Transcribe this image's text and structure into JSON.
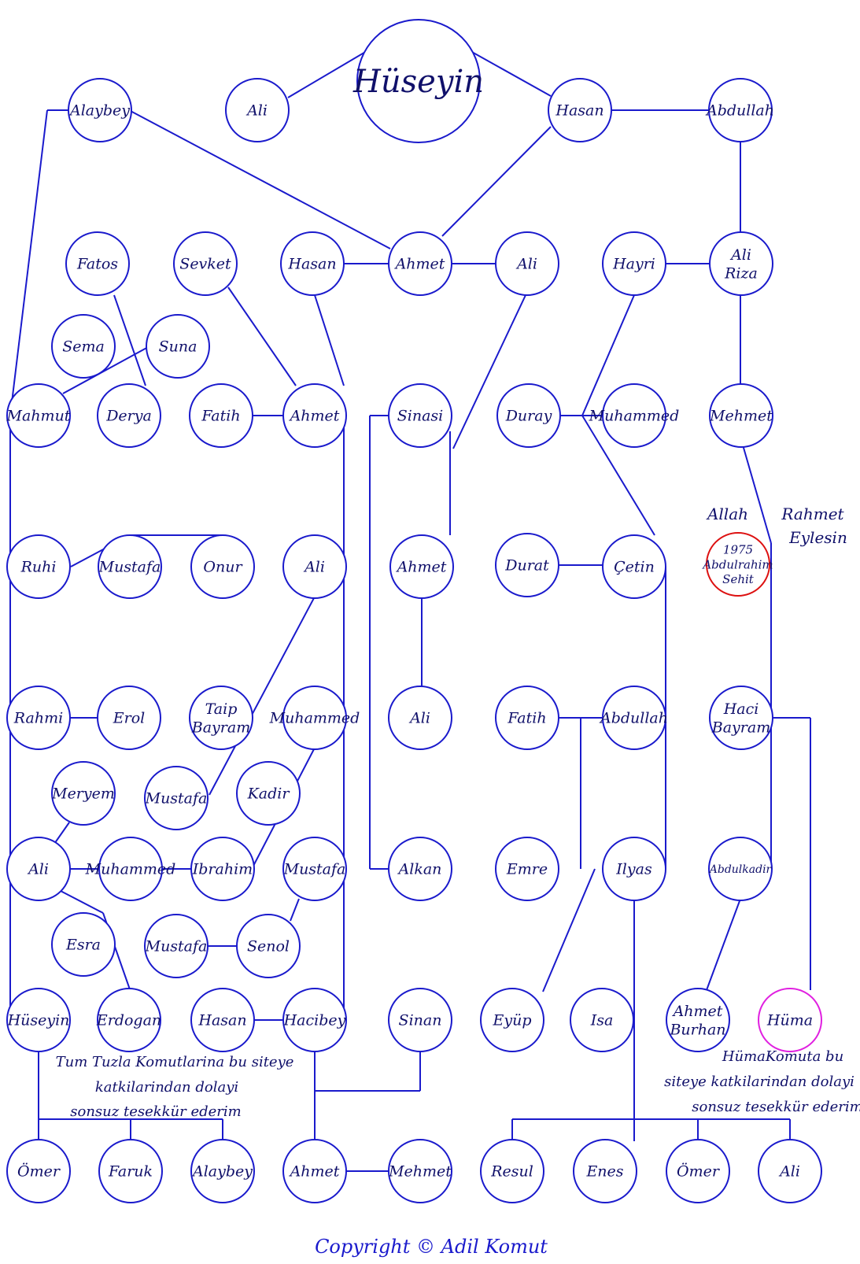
{
  "diagram": {
    "colors": {
      "line": "#1a1acc",
      "text": "#10106a",
      "memorial": "#dd1111",
      "highlight": "#e020e0"
    },
    "nodes": [
      {
        "id": "huseyin_root",
        "lines": [
          "Hüseyin"
        ]
      },
      {
        "id": "ali_r1",
        "lines": [
          "Ali"
        ]
      },
      {
        "id": "alaybey_r1",
        "lines": [
          "Alaybey"
        ]
      },
      {
        "id": "hasan_r1",
        "lines": [
          "Hasan"
        ]
      },
      {
        "id": "abdullah_r1",
        "lines": [
          "Abdullah"
        ]
      },
      {
        "id": "fatos",
        "lines": [
          "Fatos"
        ]
      },
      {
        "id": "sevket",
        "lines": [
          "Sevket"
        ]
      },
      {
        "id": "hasan_r2",
        "lines": [
          "Hasan"
        ]
      },
      {
        "id": "ahmet_r2",
        "lines": [
          "Ahmet"
        ]
      },
      {
        "id": "ali_r2",
        "lines": [
          "Ali"
        ]
      },
      {
        "id": "hayri",
        "lines": [
          "Hayri"
        ]
      },
      {
        "id": "ali_riza",
        "lines": [
          "Ali",
          "Riza"
        ]
      },
      {
        "id": "sema",
        "lines": [
          "Sema"
        ]
      },
      {
        "id": "suna",
        "lines": [
          "Suna"
        ]
      },
      {
        "id": "mahmut",
        "lines": [
          "Mahmut"
        ]
      },
      {
        "id": "derya",
        "lines": [
          "Derya"
        ]
      },
      {
        "id": "fatih_r3",
        "lines": [
          "Fatih"
        ]
      },
      {
        "id": "ahmet_r3",
        "lines": [
          "Ahmet"
        ]
      },
      {
        "id": "sinasi",
        "lines": [
          "Sinasi"
        ]
      },
      {
        "id": "duray",
        "lines": [
          "Duray"
        ]
      },
      {
        "id": "muhammed_r3",
        "lines": [
          "Muhammed"
        ]
      },
      {
        "id": "mehmet_r3",
        "lines": [
          "Mehmet"
        ]
      },
      {
        "id": "ruhi",
        "lines": [
          "Ruhi"
        ]
      },
      {
        "id": "mustafa_r4",
        "lines": [
          "Mustafa"
        ]
      },
      {
        "id": "onur",
        "lines": [
          "Onur"
        ]
      },
      {
        "id": "ali_r4",
        "lines": [
          "Ali"
        ]
      },
      {
        "id": "ahmet_r4",
        "lines": [
          "Ahmet"
        ]
      },
      {
        "id": "durat",
        "lines": [
          "Durat"
        ]
      },
      {
        "id": "cetin",
        "lines": [
          "Çetin"
        ]
      },
      {
        "id": "abdulrahim",
        "lines": [
          "1975",
          "Abdulrahim",
          "Sehit"
        ],
        "style": "red"
      },
      {
        "id": "rahmi",
        "lines": [
          "Rahmi"
        ]
      },
      {
        "id": "erol",
        "lines": [
          "Erol"
        ]
      },
      {
        "id": "taip_bayram",
        "lines": [
          "Taip",
          "Bayram"
        ]
      },
      {
        "id": "muhammed_r5",
        "lines": [
          "Muhammed"
        ]
      },
      {
        "id": "ali_r5",
        "lines": [
          "Ali"
        ]
      },
      {
        "id": "fatih_r5",
        "lines": [
          "Fatih"
        ]
      },
      {
        "id": "abdullah_r5",
        "lines": [
          "Abdullah"
        ]
      },
      {
        "id": "haci_bayram",
        "lines": [
          "Haci",
          "Bayram"
        ]
      },
      {
        "id": "meryem",
        "lines": [
          "Meryem"
        ]
      },
      {
        "id": "mustafa_r6",
        "lines": [
          "Mustafa"
        ]
      },
      {
        "id": "kadir",
        "lines": [
          "Kadir"
        ]
      },
      {
        "id": "ali_r7",
        "lines": [
          "Ali"
        ]
      },
      {
        "id": "muhammed_r7",
        "lines": [
          "Muhammed"
        ]
      },
      {
        "id": "ibrahim",
        "lines": [
          "Ibrahim"
        ]
      },
      {
        "id": "mustafa_r7",
        "lines": [
          "Mustafa"
        ]
      },
      {
        "id": "alkan",
        "lines": [
          "Alkan"
        ]
      },
      {
        "id": "emre",
        "lines": [
          "Emre"
        ]
      },
      {
        "id": "ilyas",
        "lines": [
          "Ilyas"
        ]
      },
      {
        "id": "abdulkadir",
        "lines": [
          "Abdulkadir"
        ]
      },
      {
        "id": "esra",
        "lines": [
          "Esra"
        ]
      },
      {
        "id": "mustafa_r8",
        "lines": [
          "Mustafa"
        ]
      },
      {
        "id": "senol",
        "lines": [
          "Senol"
        ]
      },
      {
        "id": "huseyin_r9",
        "lines": [
          "Hüseyin"
        ]
      },
      {
        "id": "erdogan",
        "lines": [
          "Erdogan"
        ]
      },
      {
        "id": "hasan_r9",
        "lines": [
          "Hasan"
        ]
      },
      {
        "id": "hacibey",
        "lines": [
          "Hacibey"
        ]
      },
      {
        "id": "sinan",
        "lines": [
          "Sinan"
        ]
      },
      {
        "id": "eyup",
        "lines": [
          "Eyüp"
        ]
      },
      {
        "id": "isa",
        "lines": [
          "Isa"
        ]
      },
      {
        "id": "ahmet_burhan",
        "lines": [
          "Ahmet",
          "Burhan"
        ]
      },
      {
        "id": "huma",
        "lines": [
          "Hüma"
        ],
        "style": "pink"
      },
      {
        "id": "omer_r10a",
        "lines": [
          "Ömer"
        ]
      },
      {
        "id": "faruk",
        "lines": [
          "Faruk"
        ]
      },
      {
        "id": "alaybey_r10",
        "lines": [
          "Alaybey"
        ]
      },
      {
        "id": "ahmet_r10",
        "lines": [
          "Ahmet"
        ]
      },
      {
        "id": "mehmet_r10",
        "lines": [
          "Mehmet"
        ]
      },
      {
        "id": "resul",
        "lines": [
          "Resul"
        ]
      },
      {
        "id": "enes",
        "lines": [
          "Enes"
        ]
      },
      {
        "id": "omer_r10b",
        "lines": [
          "Ömer"
        ]
      },
      {
        "id": "ali_r10",
        "lines": [
          "Ali"
        ]
      }
    ],
    "notes": {
      "memorial": [
        "Allah",
        "Rahmet",
        "Eylesin"
      ],
      "tuzla_thanks": [
        "Tum Tuzla Komutlarina bu siteye",
        "katkilarindan dolayi",
        "sonsuz tesekkür ederim"
      ],
      "huma_thanks": [
        "HümaKomuta bu",
        "siteye katkilarindan dolayi",
        "sonsuz tesekkür ederim"
      ]
    },
    "copyright": "Copyright © Adil Komut"
  }
}
